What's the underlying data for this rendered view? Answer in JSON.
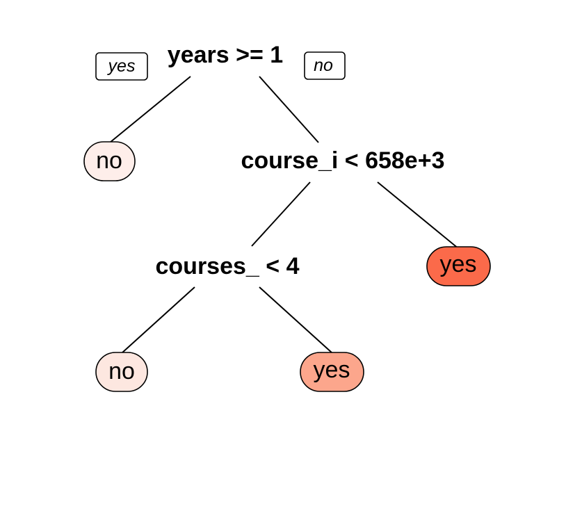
{
  "tree": {
    "root_split": "years >= 1",
    "branch_labels": {
      "left": "yes",
      "right": "no"
    },
    "second_split": "course_i < 658e+3",
    "third_split": "courses_ < 4",
    "leaves": [
      {
        "label": "no",
        "color": "#FEEEEA"
      },
      {
        "label": "yes",
        "color": "#FB6A4A"
      },
      {
        "label": "no",
        "color": "#FDE7E0"
      },
      {
        "label": "yes",
        "color": "#FCA68C"
      }
    ]
  }
}
